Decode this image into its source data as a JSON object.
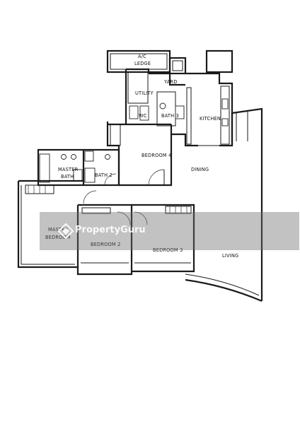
{
  "labels": {
    "ac_ledge_1": "A/C",
    "ac_ledge_2": "LEDGE",
    "yard": "YARD",
    "utility": "UTILITY",
    "wc": "WC",
    "bath3": "BATH 3",
    "kitchen": "KITCHEN",
    "bedroom4": "BEDROOM 4",
    "dining": "DINING",
    "master_bath_1": "MASTER",
    "master_bath_2": "BATH",
    "bath2": "BATH 2",
    "master_bedroom_1": "MASTER",
    "master_bedroom_2": "BEDROOM",
    "bedroom2": "BEDROOM 2",
    "bedroom3": "BEDROOM 3",
    "living": "LIVING"
  },
  "watermark": {
    "text": "PropertyGuru",
    "color": "#6e6e6e"
  }
}
